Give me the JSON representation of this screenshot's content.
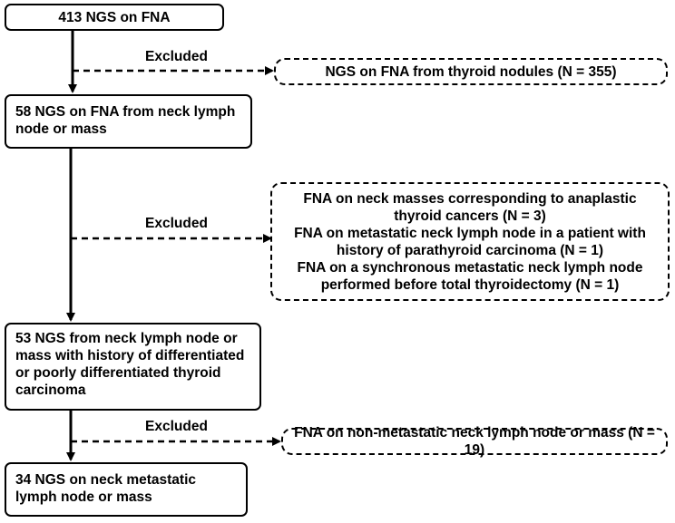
{
  "boxes": {
    "b1": "413 NGS on FNA",
    "b2": "58 NGS on FNA from neck lymph node or mass",
    "b3": "53 NGS from neck lymph node or mass with history of differentiated or poorly differentiated  thyroid carcinoma",
    "b4": "34 NGS on neck metastatic lymph node or mass"
  },
  "exclusions": {
    "label": "Excluded",
    "e1": "NGS on FNA from thyroid nodules (N = 355)",
    "e2": [
      "FNA on neck masses corresponding to anaplastic thyroid cancers (N = 3)",
      "FNA on metastatic neck lymph node in a patient with history of parathyroid carcinoma (N = 1)",
      "FNA on a synchronous metastatic neck lymph node performed before total thyroidectomy (N = 1)"
    ],
    "e3": "FNA on non-metastatic neck lymph node or mass (N = 19)"
  }
}
